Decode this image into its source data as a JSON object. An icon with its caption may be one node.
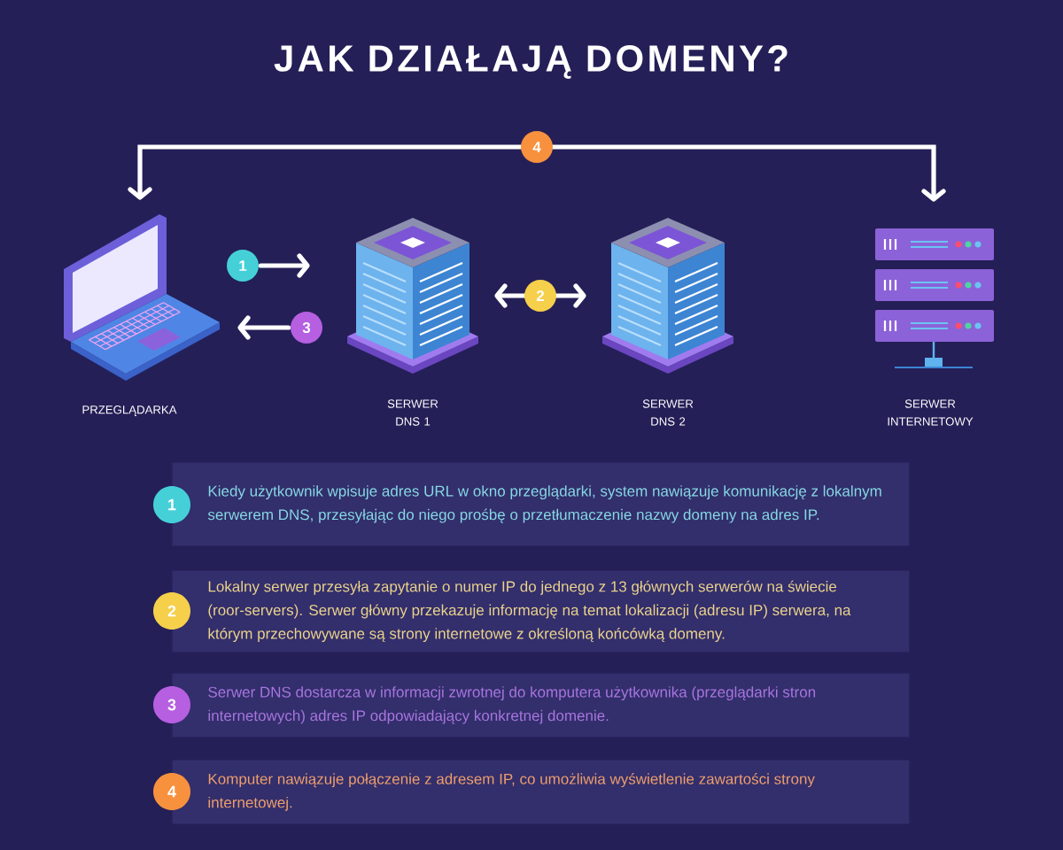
{
  "diagram": {
    "title": "JAK DZIAŁAJĄ DOMENY?",
    "nodes": [
      {
        "text": [],
        "shape": "picture",
        "beside": [
          "PRZEGLĄDARKA"
        ]
      },
      {
        "text": [],
        "shape": "picture",
        "beside": [
          "SERWER DNS 1"
        ]
      },
      {
        "text": [],
        "shape": "picture",
        "beside": [
          "SERWER DNS 2"
        ]
      },
      {
        "text": [],
        "shape": "picture",
        "beside": [
          "SERWER INTERNETOWY"
        ]
      },
      {
        "text": [
          "1"
        ]
      },
      {
        "text": [
          "Kiedy użytkownik wpisuje adres URL w okno przeglądarki, system nawiązuje komunikację z lokalnym serwerem DNS, przesyłając do niego prośbę o przetłumaczenie nazwy domeny na adres IP."
        ]
      },
      {
        "text": [
          "2"
        ]
      },
      {
        "text": [
          "Lokalny serwer przesyła zapytanie o numer IP do jednego z 13 głównych serwerów na świecie (roor-servers). Serwer główny przekazuje informację na temat lokalizacji (adresu IP) serwera, na którym przechowywane są strony internetowe z określoną końcówką domeny."
        ]
      },
      {
        "text": [
          "3"
        ]
      },
      {
        "text": [
          "Serwer DNS dostarcza w informacji zwrotnej do komputera użytkownika (przeglądarki stron internetowych) adres IP odpowiadający konkretnej domenie."
        ]
      },
      {
        "text": [
          "4"
        ]
      },
      {
        "text": [
          "Komputer nawiązuje połączenie z adresem IP, co umożliwia wyświetlenie zawartości strony internetowej."
        ]
      }
    ],
    "edges": [
      {
        "from": 0,
        "to": 1,
        "arrow": "to",
        "label": "1"
      },
      {
        "from": 1,
        "to": 2,
        "arrow": "both",
        "label": "2"
      },
      {
        "from": 1,
        "to": 0,
        "arrow": "to",
        "label": "3"
      },
      {
        "from": 0,
        "to": 3,
        "arrow": "both",
        "label": "4"
      }
    ]
  }
}
